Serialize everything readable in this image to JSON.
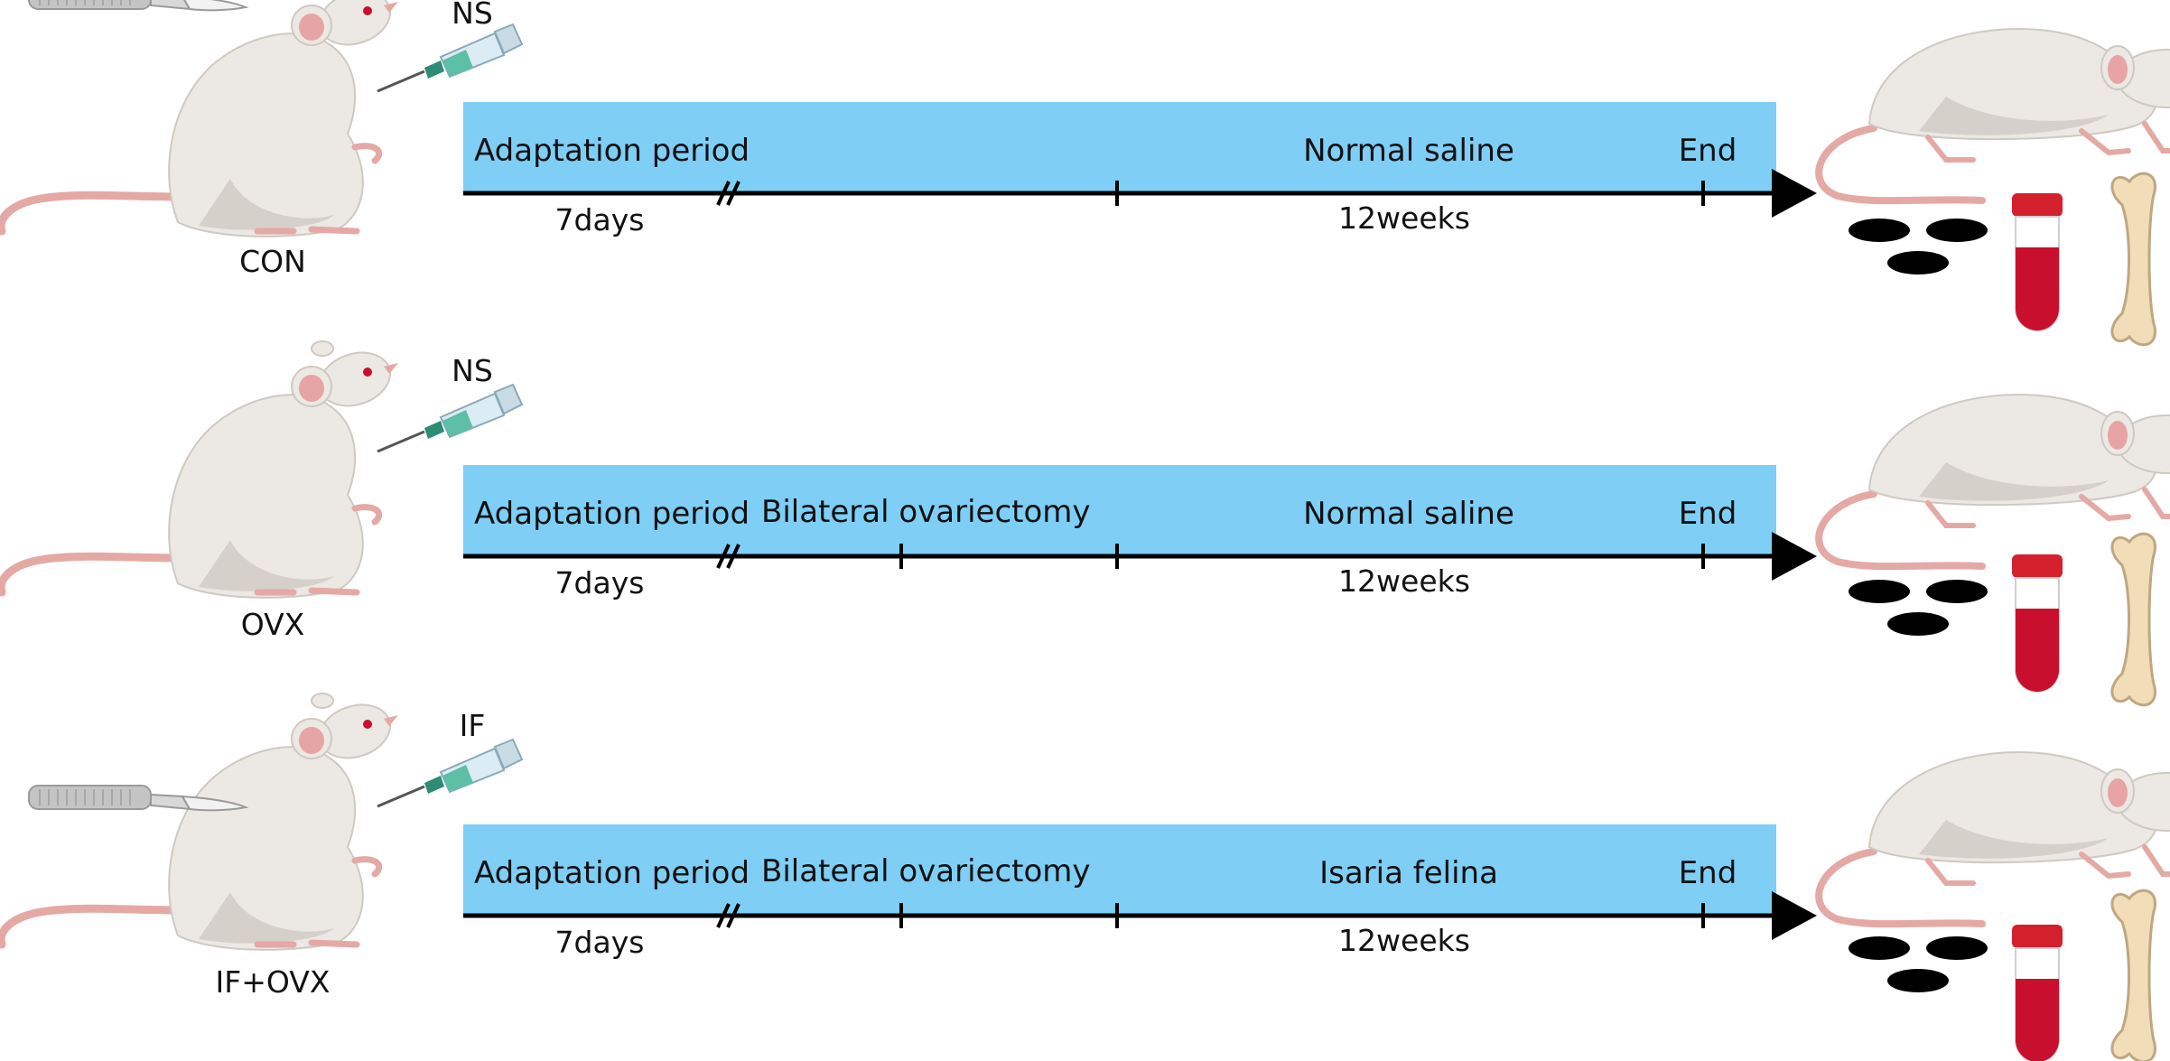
{
  "colors": {
    "band": "#7ecef6",
    "axis": "#000000",
    "rat_body": "#ece8e3",
    "rat_shade": "#d5d0ca",
    "rat_tail": "#e5a9a5",
    "rat_ear_inner": "#e7a4a4",
    "syringe_liquid": "#5cbfa6",
    "syringe_barrel": "#dcecf4",
    "blood": "#c8102e",
    "tube_cap": "#d41f2c",
    "bone": "#f1ddb8",
    "bone_outline": "#bfa781",
    "scalpel": "#c4c4c4",
    "feces": "#000000"
  },
  "icons": {
    "left_rat": "rat-sitting-icon",
    "injection": "syringe-icon",
    "surgery": "scalpel-icon",
    "right_rat": "rat-walking-icon",
    "sample_feces": "feces-icon",
    "sample_blood": "blood-tube-icon",
    "sample_bone": "bone-icon"
  },
  "rows": [
    {
      "group": "CON",
      "injection": "NS",
      "has_surgery": false,
      "adaptation": "Adaptation period",
      "surgery_label": "",
      "treatment": "Normal saline",
      "end": "End",
      "duration_adapt": "7days",
      "duration_treat": "12weeks"
    },
    {
      "group": "OVX",
      "injection": "NS",
      "has_surgery": true,
      "adaptation": "Adaptation period",
      "surgery_label": "Bilateral ovariectomy",
      "treatment": "Normal saline",
      "end": "End",
      "duration_adapt": "7days",
      "duration_treat": "12weeks"
    },
    {
      "group": "IF+OVX",
      "injection": "IF",
      "has_surgery": true,
      "adaptation": "Adaptation period",
      "surgery_label": "Bilateral ovariectomy",
      "treatment": "Isaria felina",
      "end": "End",
      "duration_adapt": "7days",
      "duration_treat": "12weeks"
    }
  ]
}
